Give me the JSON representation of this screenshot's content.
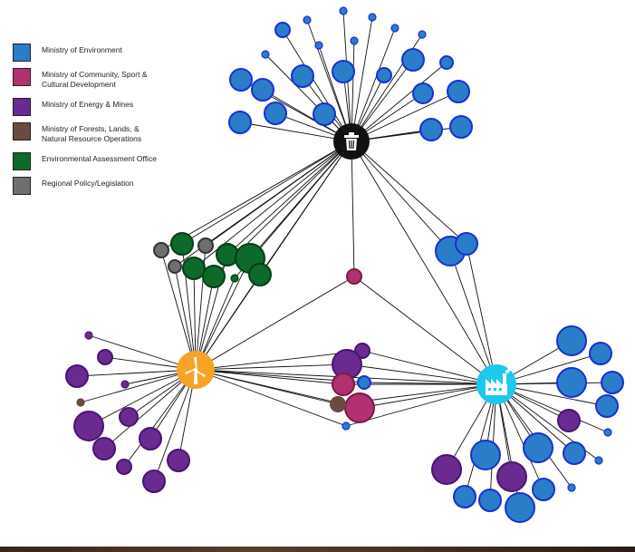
{
  "legend": {
    "items": [
      {
        "label": "Ministry of Environment",
        "color": "#2a7dc6"
      },
      {
        "label": "Ministry of Community, Sport &\nCultural Development",
        "color": "#b03070"
      },
      {
        "label": "Ministry of Energy & Mines",
        "color": "#6a2a90"
      },
      {
        "label": "Ministry of Forests, Lands, &\nNatural Resource Operations",
        "color": "#6b4a40"
      },
      {
        "label": "Environmental Assessment Office",
        "color": "#0d6a2a"
      },
      {
        "label": "Regional Policy/Legislation",
        "color": "#6f6f6f"
      }
    ]
  },
  "hubs": {
    "trash": {
      "icon": "trash-can-icon",
      "fill": "#111111"
    },
    "wind": {
      "icon": "wind-turbine-icon",
      "fill": "#f7a325"
    },
    "industry": {
      "icon": "factory-icon",
      "fill": "#1ec9ee"
    }
  },
  "colors": {
    "environment_fill": "#2a7dc6",
    "environment_stroke": "#1a2fd6",
    "community_fill": "#b03070",
    "community_stroke": "#7a1a48",
    "energy_fill": "#6a2a90",
    "energy_stroke": "#4a1570",
    "forests_fill": "#6b4a40",
    "eao_fill": "#0d6a2a",
    "eao_stroke": "#063d16",
    "regional_fill": "#6f6f6f",
    "regional_stroke": "#333333",
    "link": "#111111"
  }
}
